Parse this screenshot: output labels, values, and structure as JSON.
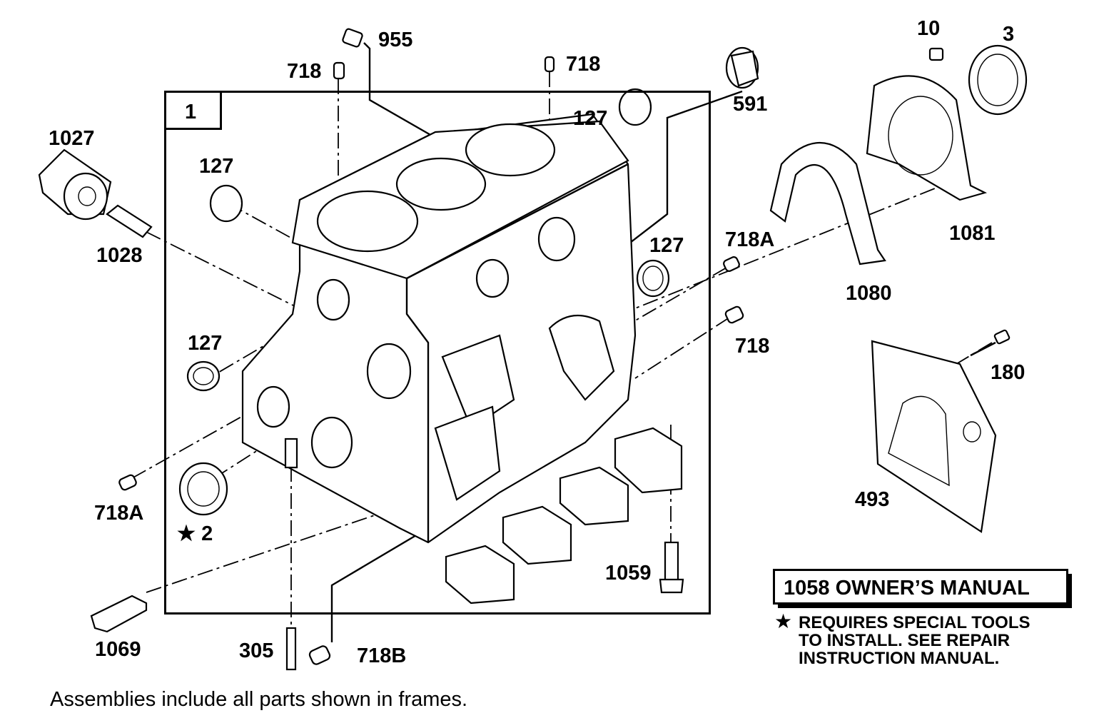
{
  "frame": {
    "number": "1"
  },
  "callouts": {
    "c955": "955",
    "c718_top_left": "718",
    "c718_top_center": "718",
    "c591": "591",
    "c10": "10",
    "c3": "3",
    "c1027": "1027",
    "c127_left": "127",
    "c127_top": "127",
    "c1028": "1028",
    "c1081": "1081",
    "c718A_right": "718A",
    "c127_right": "127",
    "c1080": "1080",
    "c127_lower_left": "127",
    "c718_right": "718",
    "c180": "180",
    "c493": "493",
    "c718A_left": "718A",
    "c2": "2",
    "c1059": "1059",
    "c1069": "1069",
    "c305": "305",
    "c718B": "718B"
  },
  "special_tool_symbol": "★",
  "owners_manual": "1058 OWNER’S MANUAL",
  "note": {
    "symbol": "★",
    "lines": [
      "REQUIRES SPECIAL TOOLS",
      "TO INSTALL.  SEE REPAIR",
      "INSTRUCTION MANUAL."
    ]
  },
  "caption": "Assemblies include all parts shown in frames."
}
